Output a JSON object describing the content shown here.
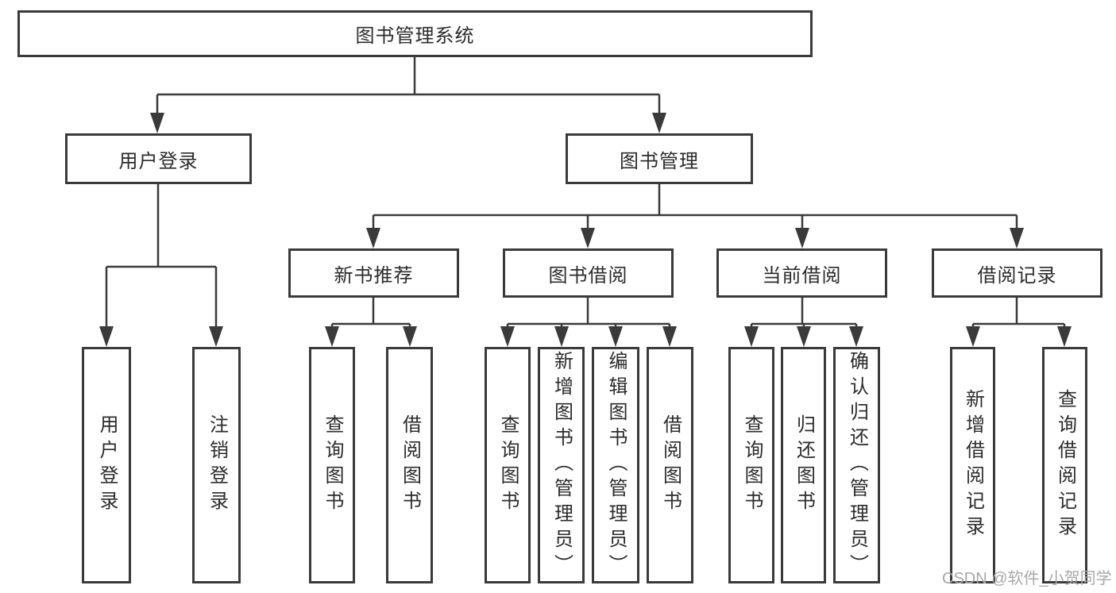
{
  "tree": {
    "root": {
      "label": "图书管理系统",
      "children": [
        {
          "label": "用户登录",
          "children": [
            {
              "label": "用户登录"
            },
            {
              "label": "注销登录"
            }
          ]
        },
        {
          "label": "图书管理",
          "children": [
            {
              "label": "新书推荐",
              "children": [
                {
                  "label": "查询图书"
                },
                {
                  "label": "借阅图书"
                }
              ]
            },
            {
              "label": "图书借阅",
              "children": [
                {
                  "label": "查询图书"
                },
                {
                  "label": "新增图书（管理员）"
                },
                {
                  "label": "编辑图书（管理员）"
                },
                {
                  "label": "借阅图书"
                }
              ]
            },
            {
              "label": "当前借阅",
              "children": [
                {
                  "label": "查询图书"
                },
                {
                  "label": "归还图书"
                },
                {
                  "label": "确认归还（管理员）"
                }
              ]
            },
            {
              "label": "借阅记录",
              "children": [
                {
                  "label": "新增借阅记录"
                },
                {
                  "label": "查询借阅记录"
                }
              ]
            }
          ]
        }
      ]
    }
  },
  "watermark": "CSDN @软件_小贺同学",
  "colors": {
    "line": "#3a3a3a",
    "text": "#2b2b2b",
    "watermark": "#a8a8a8",
    "background": "#ffffff"
  }
}
